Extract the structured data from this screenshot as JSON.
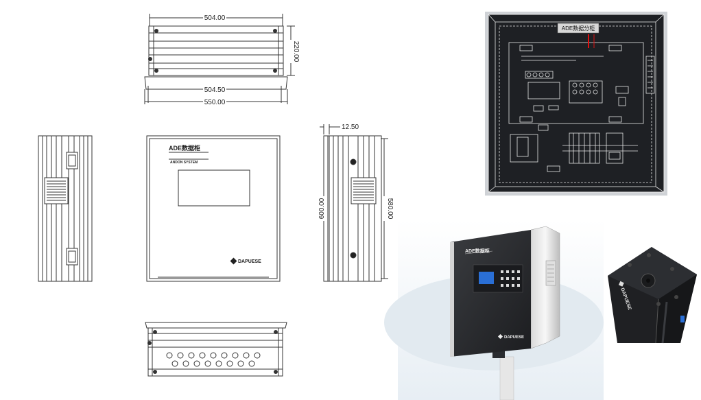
{
  "dimensions": {
    "top_width": "504.00",
    "top_height": "220.00",
    "top_inner_width": "504.50",
    "top_outer_width": "550.00",
    "side_offset": "12.50",
    "side_height": "600.00",
    "side_inner_height": "580.00"
  },
  "front_label": {
    "title": "ADE数据柜",
    "subtitle": "ANDON SYSTEM",
    "brand": "DAPUESE"
  },
  "inner_panel": {
    "label": "ADE数据分柜"
  },
  "photo": {
    "label": "ADE数据柜",
    "brand": "DAPUESE"
  },
  "closeup": {
    "brand": "DAPUESE"
  },
  "colors": {
    "line": "#333333",
    "panel": "#2a2c30",
    "cad_bg": "#1e2024",
    "cad_line": "#e8e8e8",
    "red": "#e01010"
  }
}
